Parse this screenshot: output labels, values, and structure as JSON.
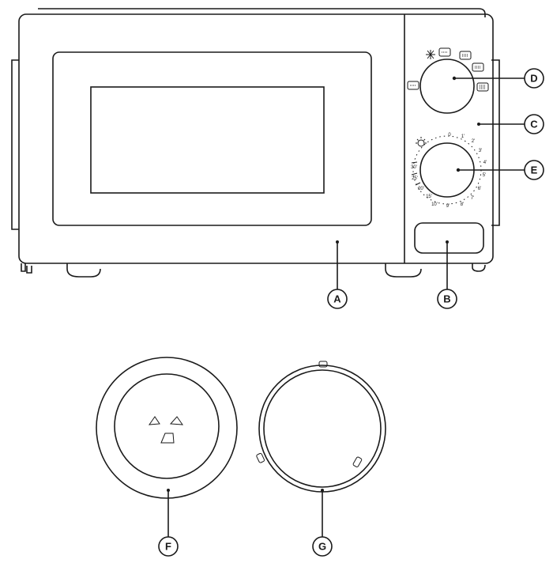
{
  "callouts": {
    "A": "A",
    "B": "B",
    "C": "C",
    "D": "D",
    "E": "E",
    "F": "F",
    "G": "G"
  },
  "timer_marks": {
    "zero": "0",
    "m1": "1'",
    "m2": "2'",
    "m3": "3'",
    "m4": "4'",
    "m5": "5'",
    "m6": "6'",
    "m7": "7'",
    "m8": "8'",
    "m9": "9'",
    "m10": "10'",
    "m15": "15'",
    "m20": "20'",
    "m25": "25'",
    "m30": "30'"
  },
  "icons": {
    "defrost": "snowflake-icon",
    "light": "bulb-icon",
    "power_levels": [
      "power-level-1-icon",
      "power-level-2-icon",
      "power-level-3-icon",
      "power-level-4-icon",
      "power-level-5-icon"
    ]
  }
}
